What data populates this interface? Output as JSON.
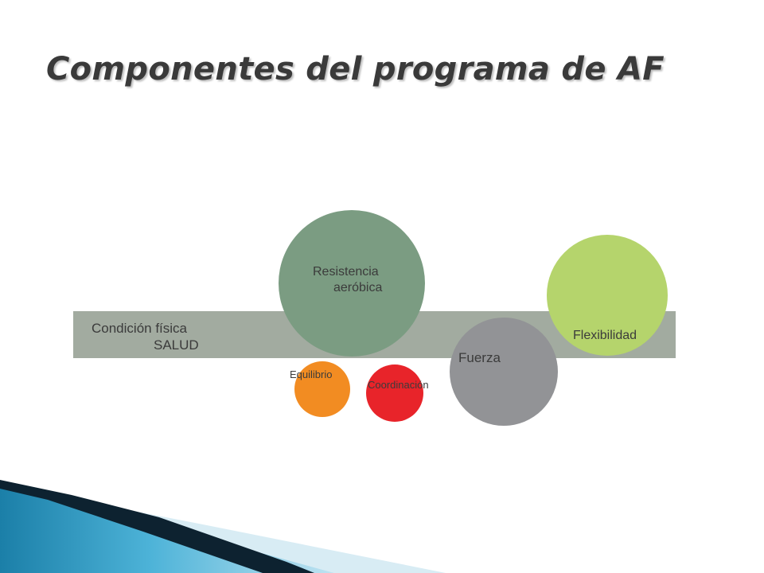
{
  "slide": {
    "title": "Componentes del programa de AF"
  },
  "diagram": {
    "band": {
      "line1": "Condición física",
      "line2": "SALUD",
      "color": "#a2aba0"
    },
    "components": {
      "resistencia": {
        "line1": "Resistencia",
        "line2": "aeróbica",
        "color": "#7b9c82"
      },
      "flexibilidad": {
        "label": "Flexibilidad",
        "color": "#b5d46c"
      },
      "fuerza": {
        "label": "Fuerza",
        "color": "#929396"
      },
      "equilibrio": {
        "label": "Equilibrio",
        "color": "#f28c22"
      },
      "coordinacion": {
        "label": "Coordinación",
        "color": "#e8242a"
      }
    }
  },
  "decoration": {
    "wave_colors": [
      "#1b7fa8",
      "#4db3d8",
      "#0d2230"
    ]
  }
}
